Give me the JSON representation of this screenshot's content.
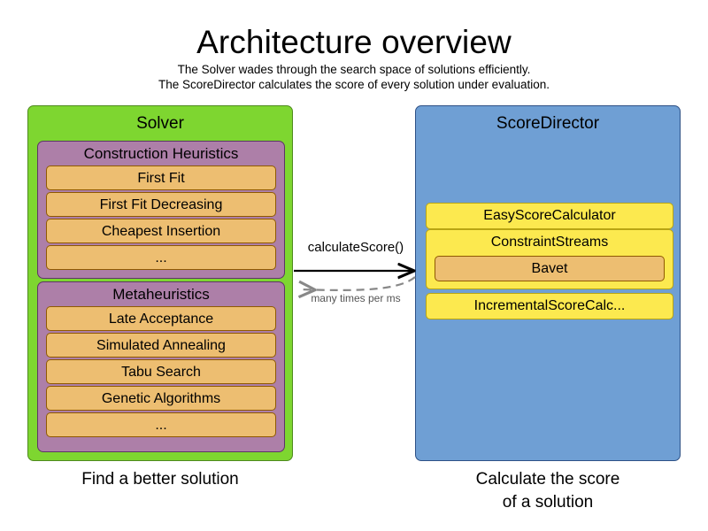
{
  "header": {
    "title": "Architecture overview",
    "subtitle_line1": "The Solver wades through the search space of solutions efficiently.",
    "subtitle_line2": "The ScoreDirector calculates the score of every solution under evaluation."
  },
  "solver": {
    "title": "Solver",
    "caption": "Find a better solution",
    "groups": [
      {
        "title": "Construction Heuristics",
        "items": [
          "First Fit",
          "First Fit Decreasing",
          "Cheapest Insertion",
          "..."
        ]
      },
      {
        "title": "Metaheuristics",
        "items": [
          "Late Acceptance",
          "Simulated Annealing",
          "Tabu Search",
          "Genetic Algorithms",
          "..."
        ]
      }
    ]
  },
  "score_director": {
    "title": "ScoreDirector",
    "caption_line1": "Calculate the score",
    "caption_line2": "of a solution",
    "calculators": [
      {
        "label": "EasyScoreCalculator"
      },
      {
        "label": "ConstraintStreams",
        "sub_item": "Bavet"
      },
      {
        "label": "IncrementalScoreCalc..."
      }
    ]
  },
  "arrows": {
    "forward_label": "calculateScore()",
    "return_label": "many times per ms"
  },
  "colors": {
    "solver_panel": "#7ED630",
    "solver_panel_border": "#4E8A1E",
    "score_director_panel": "#6F9FD4",
    "score_director_panel_border": "#2E5186",
    "group": "#AD7FA8",
    "group_border": "#5C3566",
    "item": "#EDBE71",
    "item_border": "#8F5902",
    "calculator": "#FCE94F",
    "calculator_border": "#B8A412",
    "forward_arrow": "#000000",
    "return_arrow": "#888888"
  }
}
